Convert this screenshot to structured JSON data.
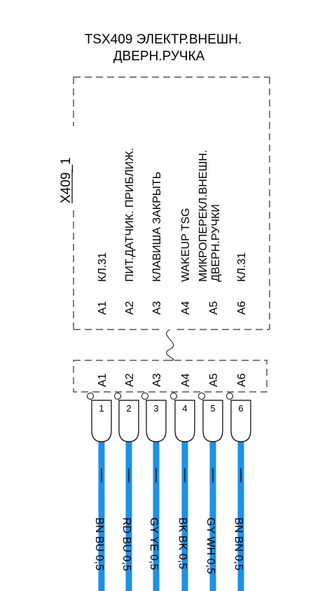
{
  "component": {
    "title_line1": "TSX409 ЭЛЕКТР.ВНЕШН.",
    "title_line2": "ДВЕРН.РУЧКА",
    "connector_id": "X409_1"
  },
  "pins": [
    {
      "pin": "A1",
      "function": "КЛ.31",
      "function2": "",
      "number": "1",
      "wire": "BN BU 0,5",
      "wire_color": "#1E90E6"
    },
    {
      "pin": "A2",
      "function": "ПИТ.ДАТЧИК. ПРИБЛИЖ.",
      "function2": "",
      "number": "2",
      "wire": "RD BU 0,5",
      "wire_color": "#1E90E6"
    },
    {
      "pin": "A3",
      "function": "КЛАВИША ЗАКРЫТЬ",
      "function2": "",
      "number": "3",
      "wire": "GY YE 0,5",
      "wire_color": "#1E90E6"
    },
    {
      "pin": "A4",
      "function": "WAKEUP TSG",
      "function2": "",
      "number": "4",
      "wire": "BK BK 0,5",
      "wire_color": "#1E90E6"
    },
    {
      "pin": "A5",
      "function": "МИКРОПЕРЕКЛ.ВНЕШН.",
      "function2": "ДВЕРН.РУЧКИ",
      "number": "5",
      "wire": "GY WH 0,5",
      "wire_color": "#1E90E6"
    },
    {
      "pin": "A6",
      "function": "КЛ.31",
      "function2": "",
      "number": "6",
      "wire": "BN BN 0,5",
      "wire_color": "#1E90E6"
    }
  ]
}
